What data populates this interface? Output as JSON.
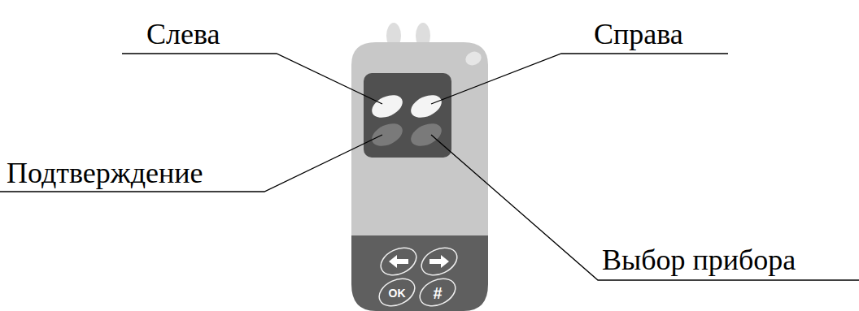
{
  "diagram": {
    "labels": [
      "Слева",
      "Справа",
      "Подтверждение",
      "Выбор прибора",
      "OK",
      "#"
    ]
  }
}
